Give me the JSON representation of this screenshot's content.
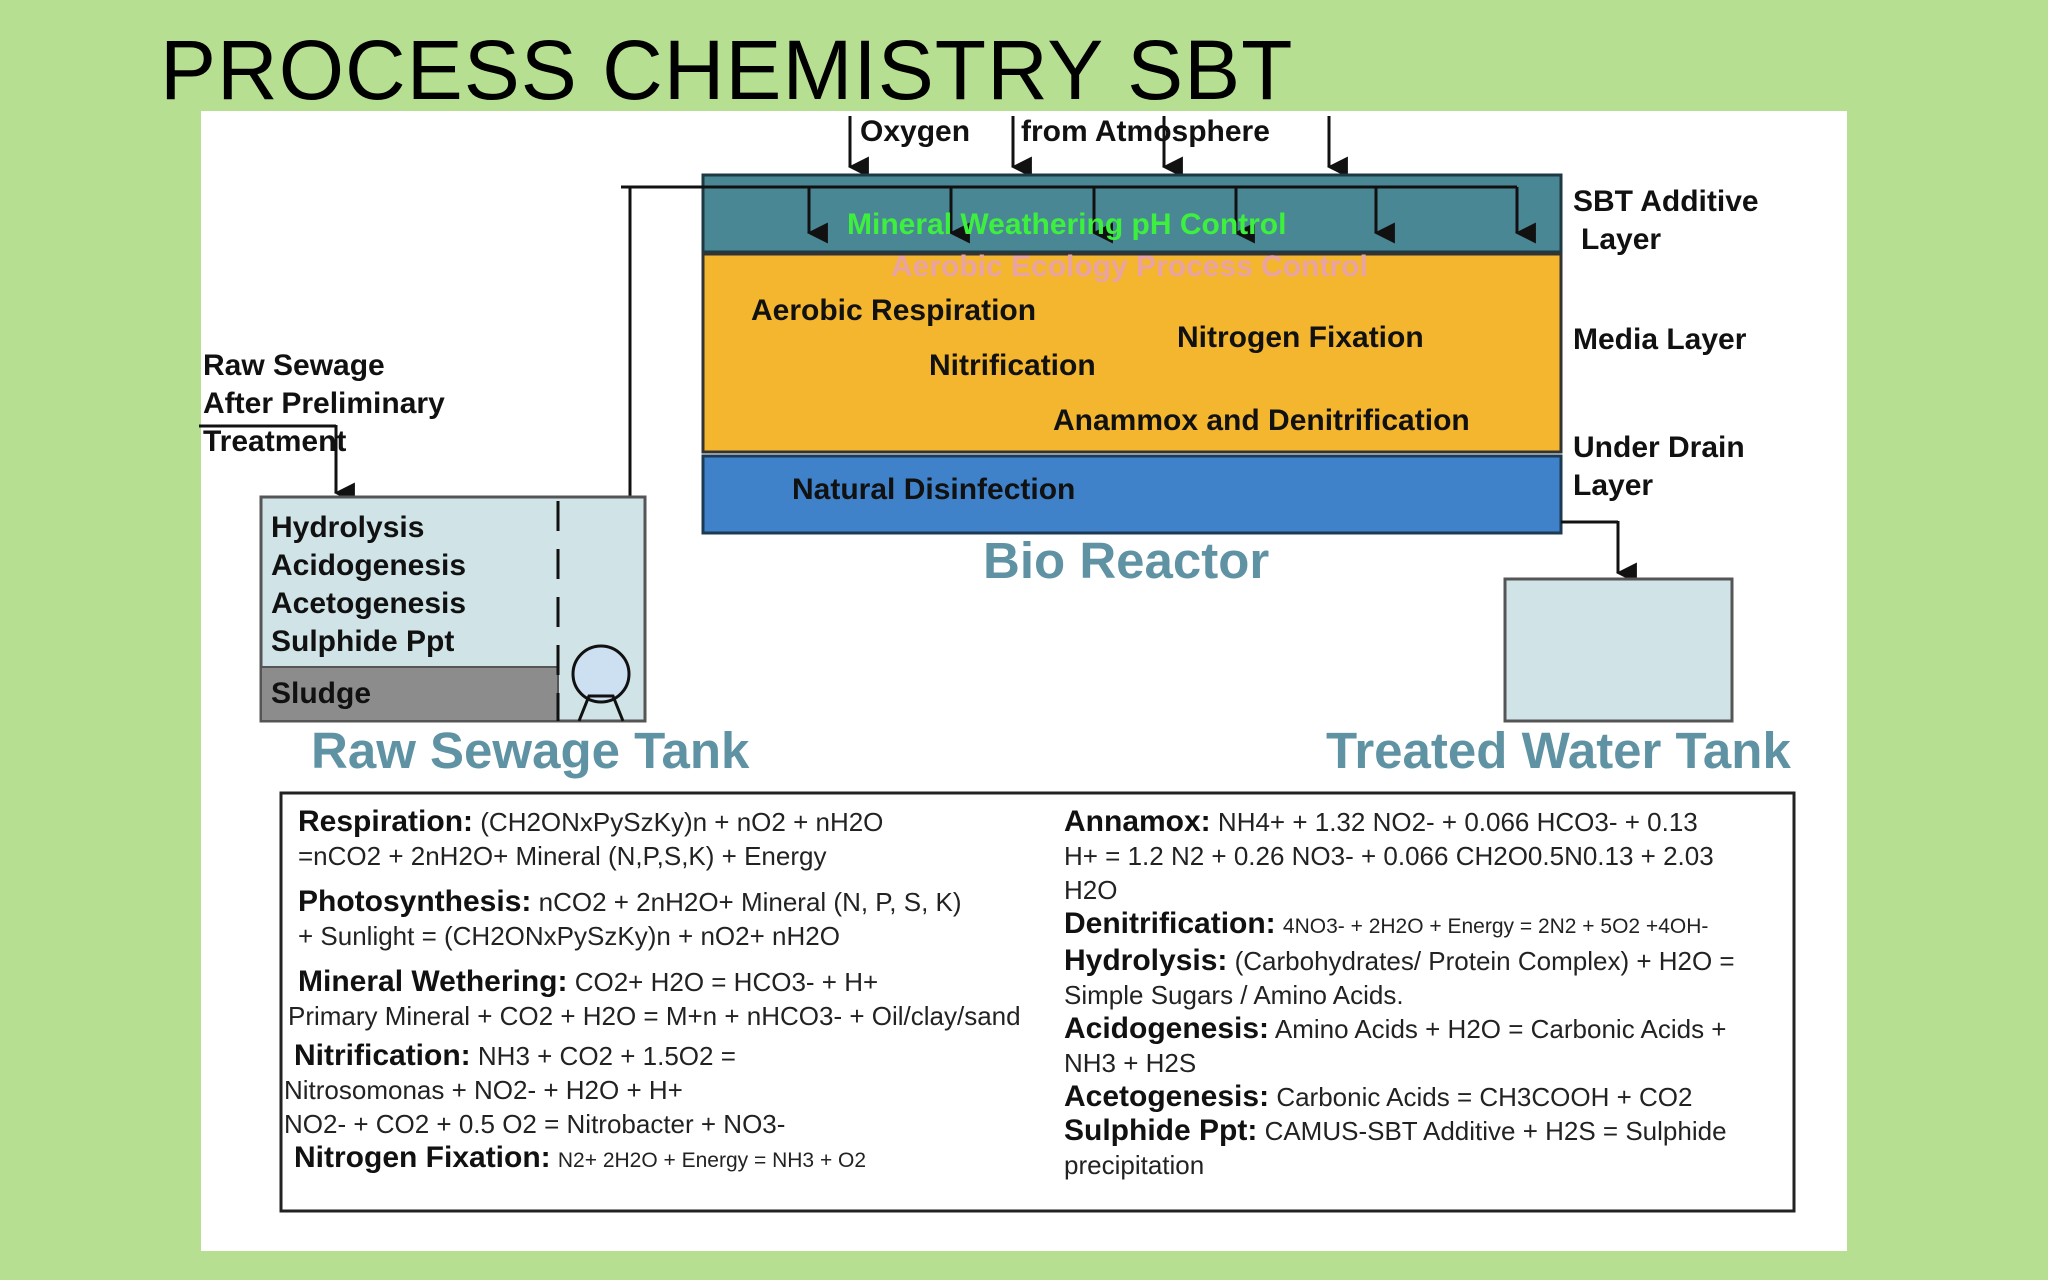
{
  "title": "PROCESS CHEMISTRY SBT",
  "oxygen": {
    "label1": "Oxygen",
    "label2": "from Atmosphere"
  },
  "layers": {
    "sbt_label": [
      "SBT Additive",
      "Layer"
    ],
    "media_label": "Media Layer",
    "underdrain_label": [
      "Under Drain",
      "Layer"
    ],
    "sbt_text": "Mineral Weathering pH Control",
    "aerobic_text": "Aerobic Ecology Process Control",
    "aerobic_respiration": "Aerobic Respiration",
    "nitrification": "Nitrification",
    "nitrogen_fixation": "Nitrogen Fixation",
    "anammox": "Anammox and Denitrification",
    "natural_disinfection": "Natural Disinfection",
    "colors": {
      "sbt": "#4a8794",
      "media": "#f3b62e",
      "underdrain": "#3f82c9",
      "sbt_text": "#3df03d",
      "aerobic_text": "#e9a3a3"
    }
  },
  "bio_reactor": "Bio Reactor",
  "raw_sewage_input": [
    "Raw Sewage",
    "After Preliminary",
    "Treatment"
  ],
  "tank": {
    "processes": [
      "Hydrolysis",
      "Acidogenesis",
      "Acetogenesis",
      "Sulphide Ppt"
    ],
    "sludge": "Sludge",
    "name": "Raw Sewage Tank"
  },
  "treated_tank": "Treated Water Tank",
  "equations_left": [
    {
      "label": "Respiration:",
      "lines": [
        "(CH2ONxPySzKy)n + nO2 + nH2O",
        "=nCO2 + 2nH2O+ Mineral (N,P,S,K) + Energy"
      ]
    },
    {
      "label": "Photosynthesis:",
      "lines": [
        "nCO2 + 2nH2O+ Mineral (N, P, S, K)",
        "+ Sunlight = (CH2ONxPySzKy)n + nO2+ nH2O"
      ]
    },
    {
      "label": "Mineral Wethering:",
      "lines": [
        "CO2+ H2O = HCO3- + H+",
        "Primary Mineral + CO2 + H2O = M+n + nHCO3- + Oil/clay/sand"
      ]
    },
    {
      "label": "Nitrification:",
      "lines": [
        "NH3 + CO2 + 1.5O2 =",
        "Nitrosomonas  + NO2- + H2O + H+",
        "NO2- + CO2 + 0.5 O2 = Nitrobacter + NO3-"
      ]
    },
    {
      "label": "Nitrogen Fixation:",
      "lines": [
        "N2+ 2H2O + Energy  = NH3 + O2"
      ]
    }
  ],
  "equations_right": [
    {
      "label": "Annamox:",
      "lines": [
        "NH4+ + 1.32 NO2- + 0.066 HCO3- + 0.13",
        "H+  = 1.2 N2 + 0.26 NO3- + 0.066 CH2O0.5N0.13 + 2.03",
        "H2O"
      ]
    },
    {
      "label": "Denitrification:",
      "lines": [
        "4NO3- + 2H2O + Energy = 2N2 + 5O2 +4OH-"
      ]
    },
    {
      "label": "Hydrolysis:",
      "lines": [
        "(Carbohydrates/ Protein Complex) + H2O =",
        "Simple Sugars / Amino Acids."
      ]
    },
    {
      "label": "Acidogenesis:",
      "lines": [
        "Amino Acids + H2O = Carbonic Acids +",
        "NH3 + H2S"
      ]
    },
    {
      "label": "Acetogenesis:",
      "lines": [
        "Carbonic Acids  = CH3COOH + CO2"
      ]
    },
    {
      "label": "Sulphide Ppt:",
      "lines": [
        "CAMUS-SBT Additive + H2S = Sulphide",
        "precipitation"
      ]
    }
  ]
}
